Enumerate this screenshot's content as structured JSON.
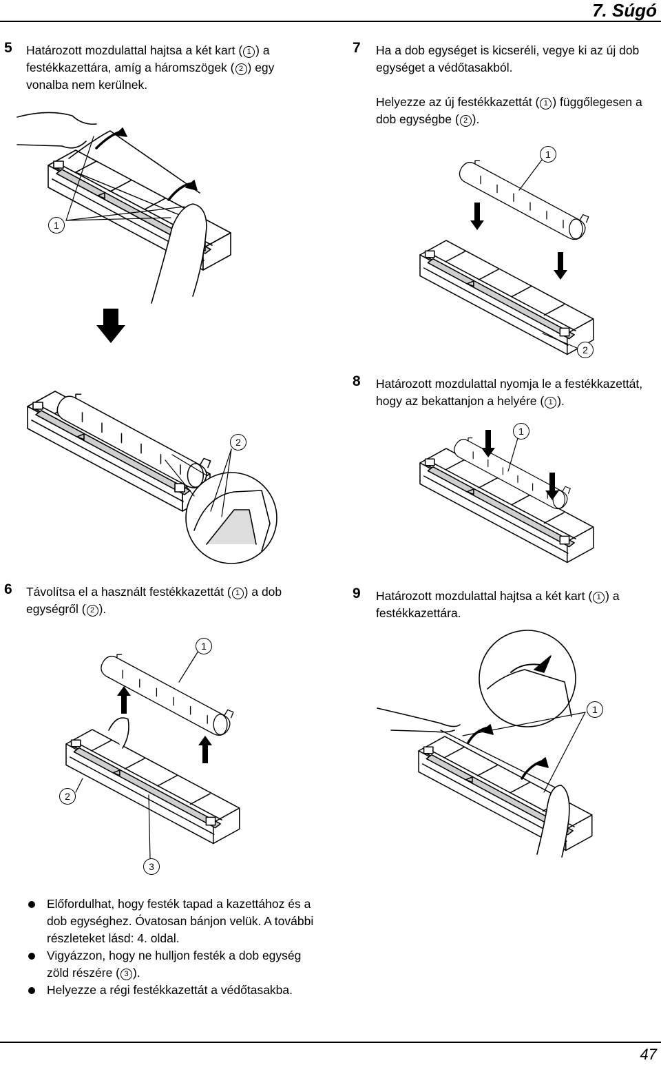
{
  "header": {
    "chapter": "7. Súgó"
  },
  "steps": {
    "s5": {
      "num": "5",
      "t1": "Határozott mozdulattal hajtsa a két kart (",
      "c1": "1",
      "t2": ") a festékkazettára, amíg a háromszögek (",
      "c2": "2",
      "t3": ") egy vonalba nem kerülnek."
    },
    "s6": {
      "num": "6",
      "t1": "Távolítsa el a használt festékkazettát (",
      "c1": "1",
      "t2": ") a dob egységről (",
      "c2": "2",
      "t3": ")."
    },
    "s7": {
      "num": "7",
      "p1": "Ha a dob egységet is kicseréli, vegye ki az új dob egységet a védőtasakból.",
      "t1": "Helyezze az új festékkazettát (",
      "c1": "1",
      "t2": ") függőlegesen a dob egységbe (",
      "c2": "2",
      "t3": ")."
    },
    "s8": {
      "num": "8",
      "t1": "Határozott mozdulattal nyomja le a festékkazettát, hogy az bekattanjon a helyére (",
      "c1": "1",
      "t2": ")."
    },
    "s9": {
      "num": "9",
      "t1": "Határozott mozdulattal hajtsa a két kart (",
      "c1": "1",
      "t2": ") a festékkazettára."
    }
  },
  "callouts": {
    "one": "1",
    "two": "2",
    "three": "3"
  },
  "notes": [
    {
      "t1": "Előfordulhat, hogy festék tapad a kazettához és a dob egységhez. Óvatosan bánjon velük. A további részleteket lásd: 4. oldal."
    },
    {
      "t1": "Vigyázzon, hogy ne hulljon festék a dob egység zöld részére (",
      "c1": "3",
      "t2": ")."
    },
    {
      "t1": "Helyezze a régi festékkazettát a védőtasakba."
    }
  ],
  "footer": {
    "page": "47"
  }
}
